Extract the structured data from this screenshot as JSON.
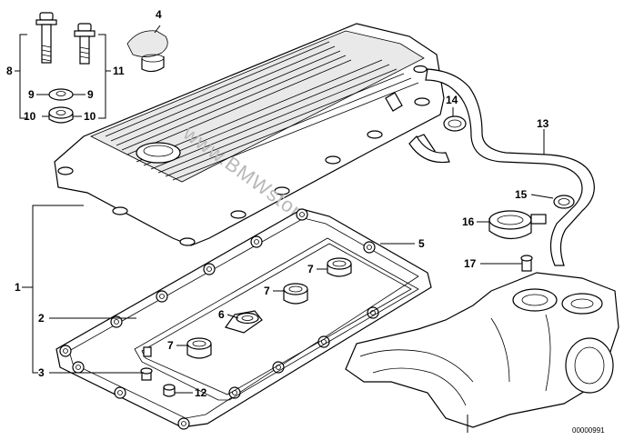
{
  "diagram": {
    "callouts": [
      {
        "id": "c1",
        "number": "1"
      },
      {
        "id": "c2",
        "number": "2"
      },
      {
        "id": "c3",
        "number": "3"
      },
      {
        "id": "c4",
        "number": "4"
      },
      {
        "id": "c5",
        "number": "5"
      },
      {
        "id": "c6",
        "number": "6"
      },
      {
        "id": "c7a",
        "number": "7"
      },
      {
        "id": "c7b",
        "number": "7"
      },
      {
        "id": "c7c",
        "number": "7"
      },
      {
        "id": "c8",
        "number": "8"
      },
      {
        "id": "c9a",
        "number": "9"
      },
      {
        "id": "c9b",
        "number": "9"
      },
      {
        "id": "c10a",
        "number": "10"
      },
      {
        "id": "c10b",
        "number": "10"
      },
      {
        "id": "c11",
        "number": "11"
      },
      {
        "id": "c12",
        "number": "12"
      },
      {
        "id": "c13",
        "number": "13"
      },
      {
        "id": "c14",
        "number": "14"
      },
      {
        "id": "c15",
        "number": "15"
      },
      {
        "id": "c16",
        "number": "16"
      },
      {
        "id": "c17",
        "number": "17"
      }
    ],
    "watermark": "www.BMWstore.pl",
    "reference_number": "00000991"
  }
}
